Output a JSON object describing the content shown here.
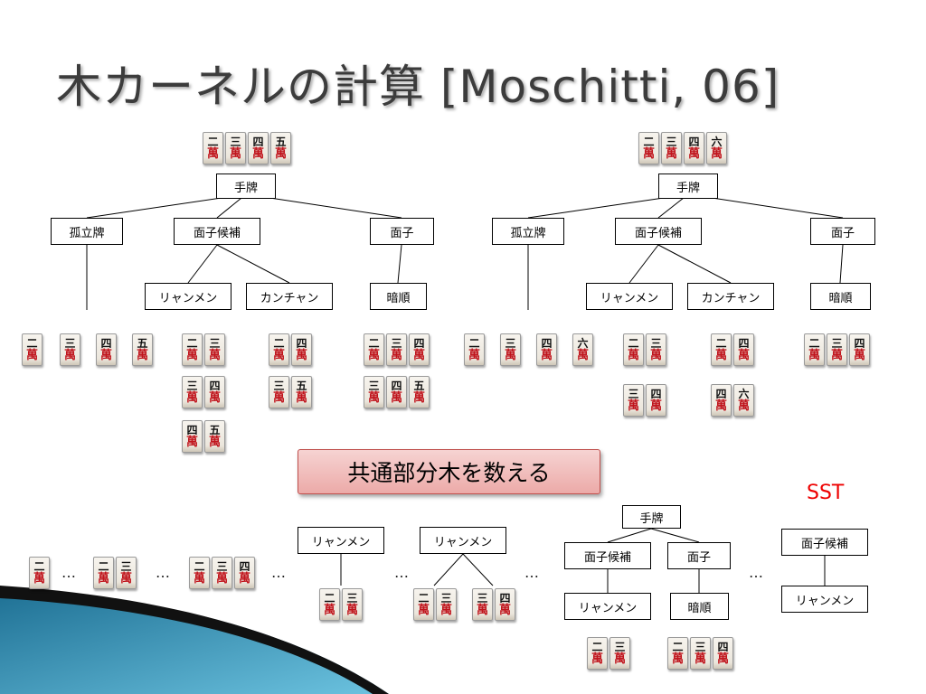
{
  "title": "木カーネルの計算 [Moschitti, 06]",
  "callout": "共通部分木を数える",
  "sst_label": "SST",
  "ellipsis": "…",
  "nodes": {
    "hand": "手牌",
    "isolated": "孤立牌",
    "candidates": "面子候補",
    "meld": "面子",
    "ryanmen": "リャンメン",
    "kanchan": "カンチャン",
    "anjun": "暗順"
  },
  "tile_suit": "萬",
  "tiles": [
    "二",
    "三",
    "四",
    "五",
    "六"
  ],
  "left_tree": {
    "hand_tiles": [
      "二",
      "三",
      "四",
      "五"
    ],
    "isolated_tiles": [
      "二",
      "三",
      "四",
      "五"
    ],
    "ryanmen_groups": [
      [
        "二",
        "三"
      ],
      [
        "三",
        "四"
      ],
      [
        "四",
        "五"
      ]
    ],
    "kanchan_groups": [
      [
        "二",
        "四"
      ],
      [
        "三",
        "五"
      ]
    ],
    "anjun_groups": [
      [
        "二",
        "三",
        "四"
      ],
      [
        "三",
        "四",
        "五"
      ]
    ]
  },
  "right_tree": {
    "hand_tiles": [
      "二",
      "三",
      "四",
      "六"
    ],
    "isolated_tiles": [
      "二",
      "三",
      "四",
      "六"
    ],
    "ryanmen_groups": [
      [
        "二",
        "三"
      ],
      [
        "三",
        "四"
      ]
    ],
    "kanchan_groups": [
      [
        "二",
        "四"
      ],
      [
        "四",
        "六"
      ]
    ],
    "anjun_groups": [
      [
        "二",
        "三",
        "四"
      ]
    ]
  },
  "subtree_examples": {
    "tile_sequences": [
      [
        "二"
      ],
      [
        "二",
        "三"
      ],
      [
        "二",
        "三",
        "四"
      ]
    ],
    "ryanmen_single_leaf": [
      "二",
      "三"
    ],
    "ryanmen_pair_leaves": [
      [
        "二",
        "三"
      ],
      [
        "三",
        "四"
      ]
    ],
    "large_subtree_leaves": [
      [
        "二",
        "三"
      ],
      [
        "二",
        "三",
        "四"
      ]
    ]
  }
}
